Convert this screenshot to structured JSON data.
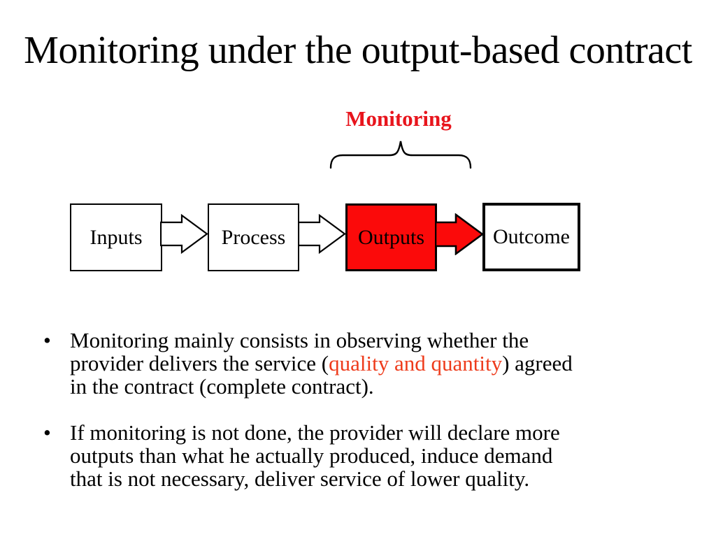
{
  "title": "Monitoring under the output-based contract",
  "diagram": {
    "monitoring_label": "Monitoring",
    "boxes": [
      {
        "label": "Inputs"
      },
      {
        "label": "Process"
      },
      {
        "label": "Outputs"
      },
      {
        "label": "Outcome"
      }
    ]
  },
  "colors": {
    "highlight_red": "#fb0a0a",
    "label_red": "#e8141c",
    "accent_orange_red": "#ee3b1b",
    "text_black": "#000000",
    "background": "#ffffff"
  },
  "bullets": [
    {
      "marker": "•",
      "lines": [
        [
          {
            "text": "Monitoring mainly consists in observing whether the",
            "color": "#000000"
          }
        ],
        [
          {
            "text": "provider delivers the service (",
            "color": "#000000"
          },
          {
            "text": "quality and quantity",
            "color": "#ee3b1b"
          },
          {
            "text": ") agreed",
            "color": "#000000"
          }
        ],
        [
          {
            "text": "in the contract (complete contract).",
            "color": "#000000"
          }
        ]
      ]
    },
    {
      "marker": "•",
      "lines": [
        [
          {
            "text": "If monitoring is not done, the provider will declare more",
            "color": "#000000"
          }
        ],
        [
          {
            "text": "outputs than what he actually produced, induce demand",
            "color": "#000000"
          }
        ],
        [
          {
            "text": "that is not necessary, deliver service of lower quality.",
            "color": "#000000"
          }
        ]
      ]
    }
  ]
}
